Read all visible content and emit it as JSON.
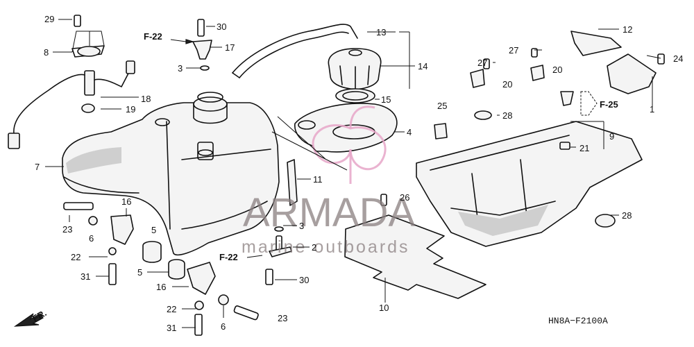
{
  "diagram_code": "HN8A−F2100A",
  "watermark": {
    "brand": "ARMADA",
    "tagline": "marine outboards"
  },
  "front_marker": "FR.",
  "part_labels": [
    {
      "id": "l29",
      "text": "29"
    },
    {
      "id": "l8",
      "text": "8"
    },
    {
      "id": "l18",
      "text": "18"
    },
    {
      "id": "l19",
      "text": "19"
    },
    {
      "id": "l7",
      "text": "7"
    },
    {
      "id": "l30a",
      "text": "30"
    },
    {
      "id": "l17",
      "text": "17"
    },
    {
      "id": "l3a",
      "text": "3"
    },
    {
      "id": "l13",
      "text": "13"
    },
    {
      "id": "l14",
      "text": "14"
    },
    {
      "id": "l15",
      "text": "15"
    },
    {
      "id": "l4",
      "text": "4"
    },
    {
      "id": "l11",
      "text": "11"
    },
    {
      "id": "l3b",
      "text": "3"
    },
    {
      "id": "l2",
      "text": "2"
    },
    {
      "id": "l30b",
      "text": "30"
    },
    {
      "id": "l16a",
      "text": "16"
    },
    {
      "id": "l23a",
      "text": "23"
    },
    {
      "id": "l6a",
      "text": "6"
    },
    {
      "id": "l5a",
      "text": "5"
    },
    {
      "id": "l22a",
      "text": "22"
    },
    {
      "id": "l31a",
      "text": "31"
    },
    {
      "id": "l5b",
      "text": "5"
    },
    {
      "id": "l16b",
      "text": "16"
    },
    {
      "id": "l22b",
      "text": "22"
    },
    {
      "id": "l31b",
      "text": "31"
    },
    {
      "id": "l6b",
      "text": "6"
    },
    {
      "id": "l23b",
      "text": "23"
    },
    {
      "id": "l26",
      "text": "26"
    },
    {
      "id": "l10",
      "text": "10"
    },
    {
      "id": "l25",
      "text": "25"
    },
    {
      "id": "l28a",
      "text": "28"
    },
    {
      "id": "l27a",
      "text": "27"
    },
    {
      "id": "l20a",
      "text": "20"
    },
    {
      "id": "l27b",
      "text": "27"
    },
    {
      "id": "l20b",
      "text": "20"
    },
    {
      "id": "l12",
      "text": "12"
    },
    {
      "id": "l24",
      "text": "24"
    },
    {
      "id": "l1",
      "text": "1"
    },
    {
      "id": "l9",
      "text": "9"
    },
    {
      "id": "l21",
      "text": "21"
    },
    {
      "id": "l28b",
      "text": "28"
    }
  ],
  "ref_labels": [
    {
      "id": "f22a",
      "text": "F-22"
    },
    {
      "id": "f22b",
      "text": "F-22"
    },
    {
      "id": "f25",
      "text": "F-25"
    }
  ]
}
